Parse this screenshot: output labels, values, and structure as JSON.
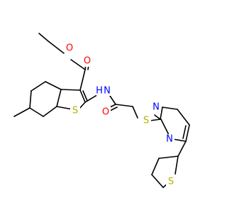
{
  "molecule": {
    "colors": {
      "bond": "#000000",
      "O": "#ff0000",
      "N": "#0000ff",
      "S": "#b2b200",
      "H": "#0000ff"
    },
    "atoms": {
      "O1": "O",
      "O2": "O",
      "N1": "N",
      "H1": "H",
      "S1": "S",
      "O3": "O",
      "S2": "S",
      "N2": "N",
      "N3": "N",
      "S3": "S"
    }
  }
}
